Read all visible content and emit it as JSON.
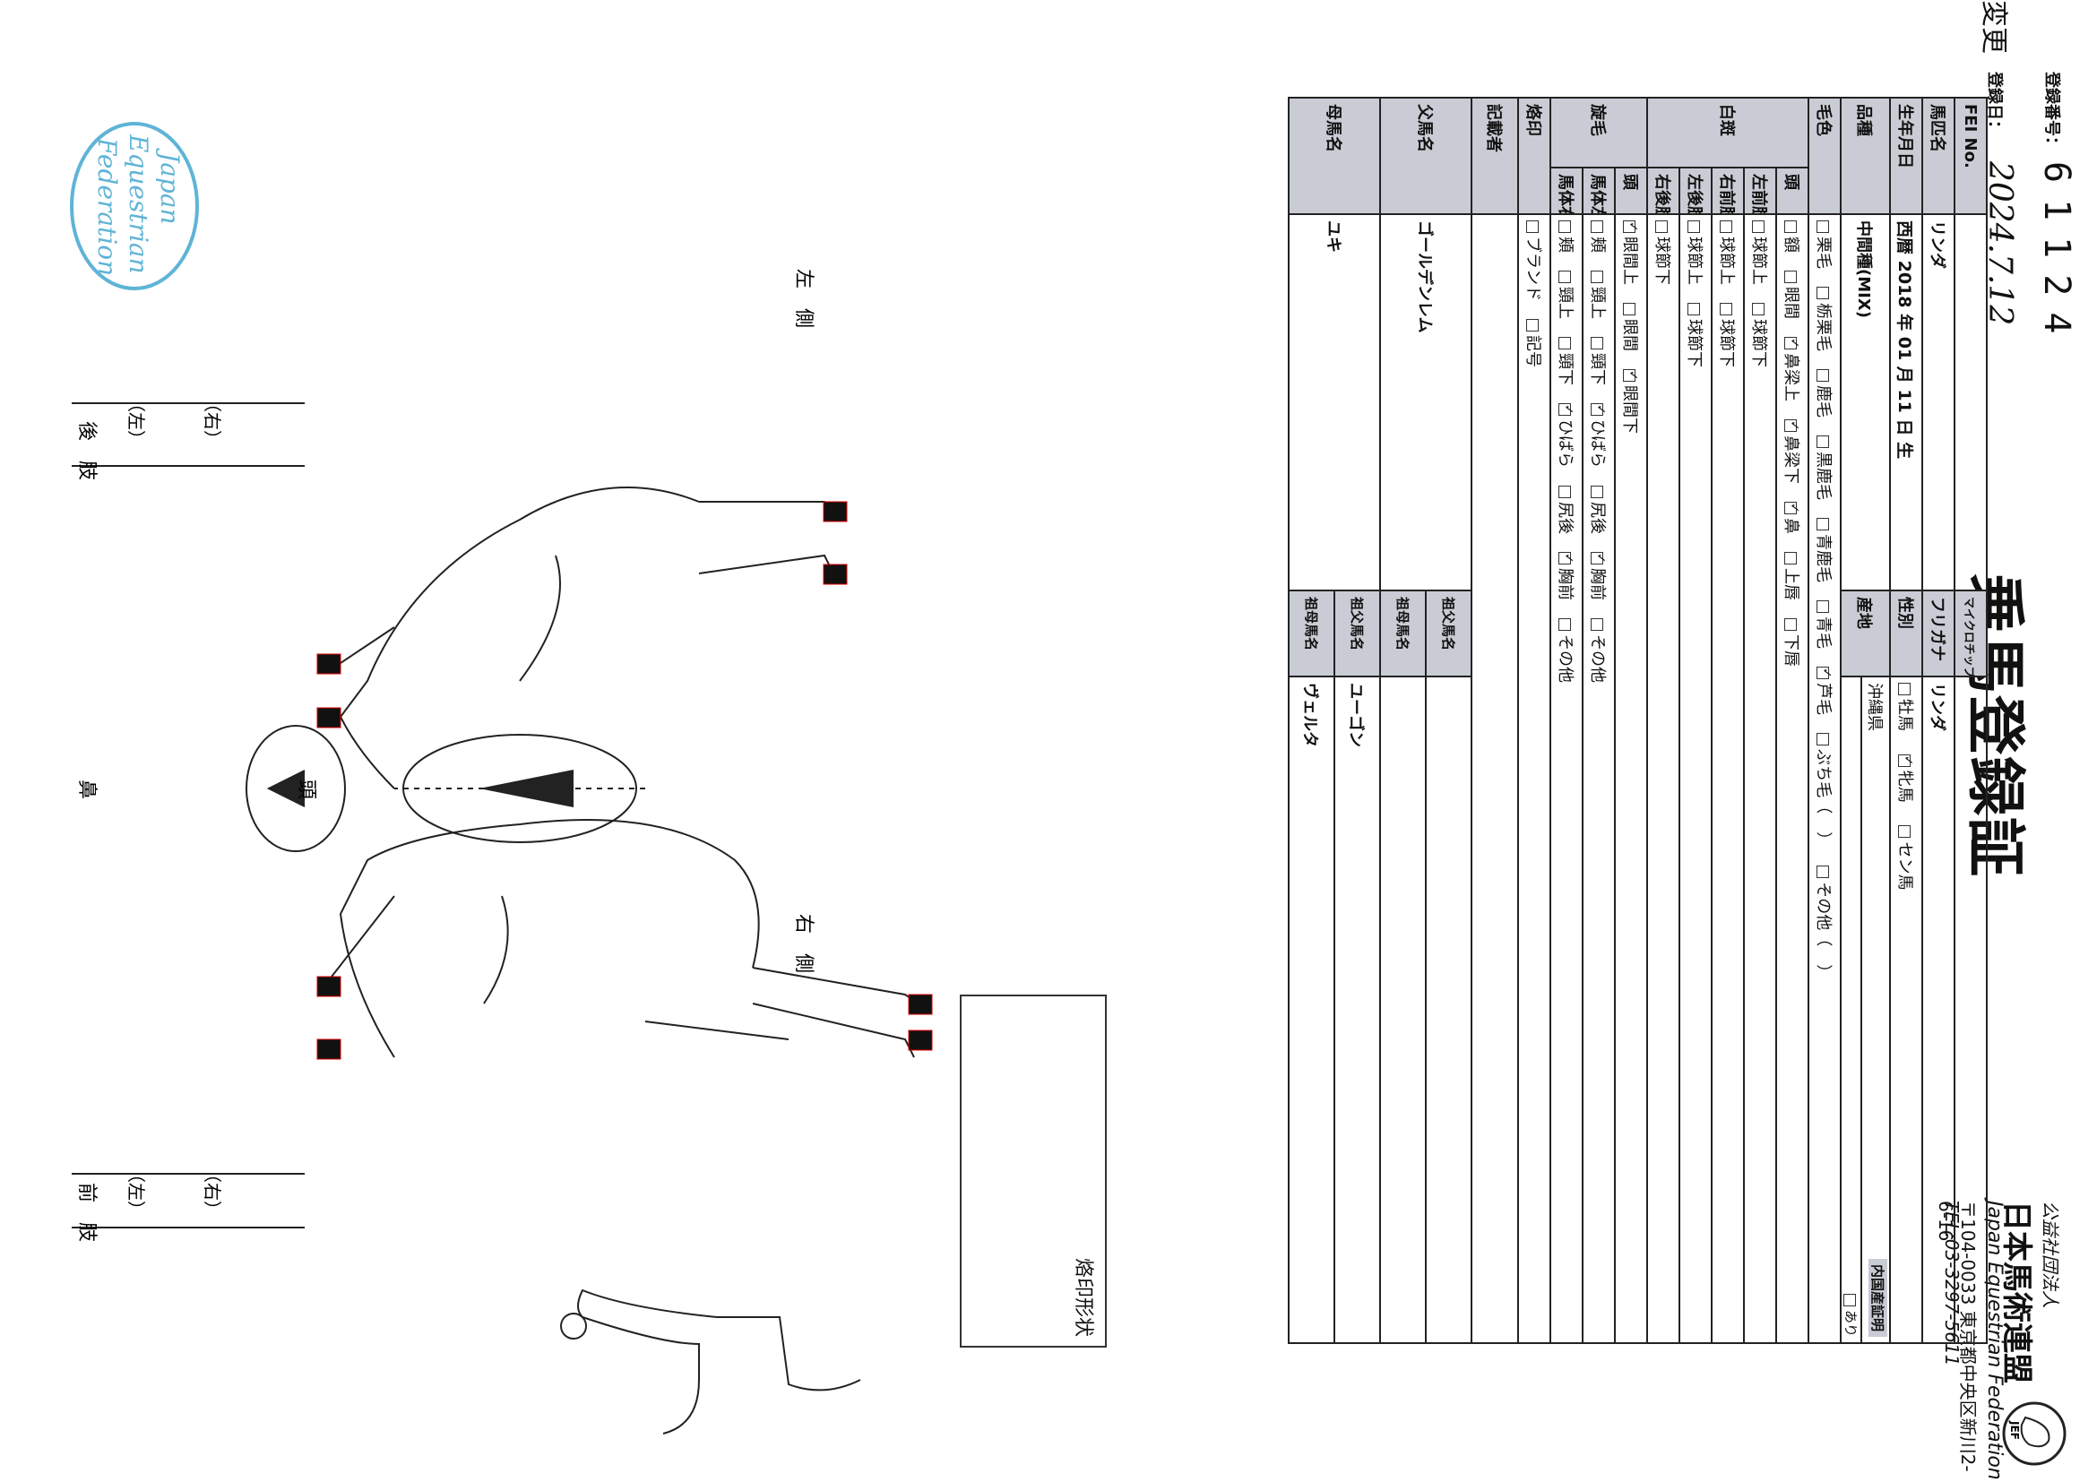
{
  "header": {
    "title": "乗馬登録証",
    "org_prefix": "公益社団法人",
    "org_name": "日本馬術連盟",
    "org_en": "Japan Equestrian Federation",
    "address": "〒104-0033 東京都中央区新川2-6-16",
    "tel": "TEL:03-3297-5611",
    "logo_text": "JEF"
  },
  "registration": {
    "number_label": "登録番号：",
    "number": "61124",
    "date_label": "登録日：",
    "date": "2024.7.12",
    "prefix_hand": "変更"
  },
  "form": {
    "fei_label": "FEI No.",
    "microchip_label": "マイクロチップNo.",
    "name_label": "馬匹名",
    "name_value": "リンダ",
    "furigana_label": "フリガナ",
    "furigana_value": "リンダ",
    "dob_label": "生年月日",
    "dob_value": "西暦 2018 年 01 月 11 日 生",
    "sex_label": "性別",
    "sex_options": [
      "牡馬",
      "牝馬",
      "セン馬"
    ],
    "breed_label": "品種",
    "breed_value": "中間種(MIX)",
    "origin_label": "産地",
    "origin_value": "沖縄県",
    "cert_label": "内国産証明",
    "cert_option": "あり",
    "coat_label": "毛色",
    "coat_options": [
      "栗毛",
      "栃栗毛",
      "鹿毛",
      "黒鹿毛",
      "青鹿毛",
      "青毛",
      "芦毛",
      "ぶち毛（",
      "）",
      "その他（",
      "）"
    ],
    "white_label": "白斑",
    "white_rows": [
      {
        "part": "頭",
        "options": [
          "額",
          "眼間",
          "鼻梁上",
          "鼻梁下",
          "鼻",
          "上唇",
          "下唇"
        ]
      },
      {
        "part": "左前肢",
        "options": [
          "球節上",
          "球節下"
        ]
      },
      {
        "part": "右前肢",
        "options": [
          "球節上",
          "球節下"
        ]
      },
      {
        "part": "左後肢",
        "options": [
          "球節上",
          "球節下"
        ]
      },
      {
        "part": "右後肢",
        "options": [
          "球節下"
        ]
      }
    ],
    "whorl_label": "旋毛",
    "whorl_rows": [
      {
        "part": "頭",
        "options": [
          "眼間上",
          "眼間",
          "眼間下"
        ]
      },
      {
        "part": "馬体左",
        "options": [
          "頬",
          "頸上",
          "頸下",
          "ひばら",
          "尻後",
          "胸前",
          "その他"
        ]
      },
      {
        "part": "馬体右",
        "options": [
          "頬",
          "頸上",
          "頸下",
          "ひばら",
          "尻後",
          "胸前",
          "その他"
        ]
      }
    ],
    "brand_label": "烙印",
    "brand_options": [
      "ブランド",
      "記号"
    ],
    "recorder_label": "記載者",
    "sire_label": "父馬名",
    "sire_value": "ゴールデンレム",
    "dam_label": "母馬名",
    "dam_value": "ユキ",
    "gs_label": "祖父馬名",
    "gd_label": "祖母馬名",
    "dgs_label": "祖父馬名",
    "dgs_value": "ユーゴン",
    "dgd_label": "祖母馬名",
    "dgd_value": "ヴェルタ"
  },
  "diagram": {
    "brand_shape_label": "烙印形状",
    "right_side": "右　側",
    "left_side": "左　側",
    "head": "頭",
    "nose": "鼻",
    "forelimb": "前　肢",
    "hindlimb": "後　肢",
    "left": "（左）",
    "right": "（右）"
  },
  "stamp": {
    "line1": "Japan",
    "line2": "Equestrian",
    "line3": "Federation"
  }
}
